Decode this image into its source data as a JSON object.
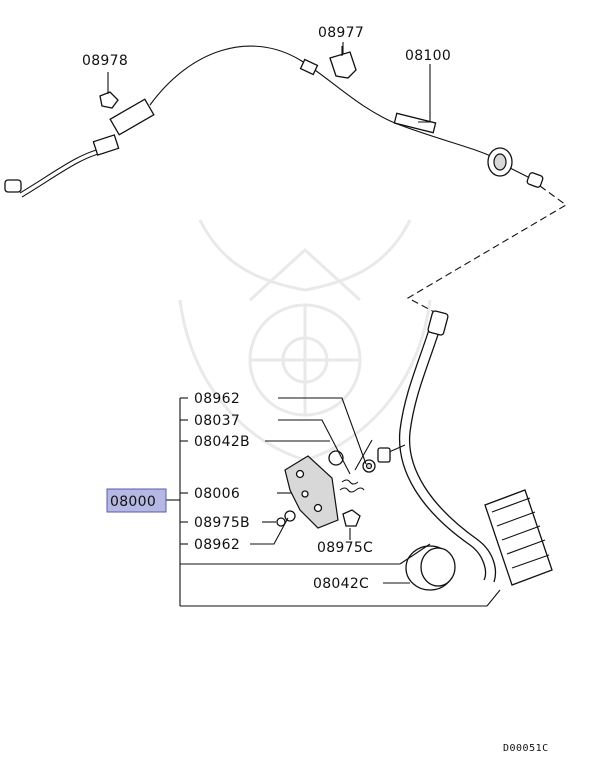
{
  "callouts": {
    "c08978": "08978",
    "c08977": "08977",
    "c08100": "08100",
    "c08962_top": "08962",
    "c08037": "08037",
    "c08042B": "08042B",
    "c08000": "08000",
    "c08006": "08006",
    "c08975B": "08975B",
    "c08962_bottom": "08962",
    "c08975C": "08975C",
    "c08042C": "08042C"
  },
  "diagram_code": "D00051C",
  "highlight_color": "#b6b8e4"
}
